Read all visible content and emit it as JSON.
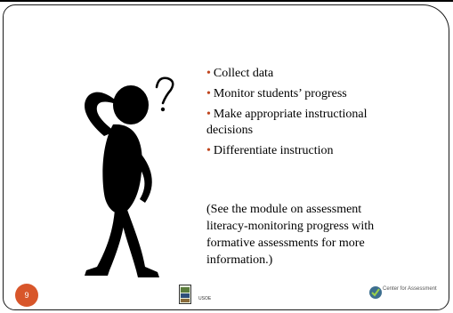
{
  "slide": {
    "page_number": "9",
    "bullets": [
      "Collect data",
      "Monitor students’ progress",
      "Make appropriate instructional decisions",
      "Differentiate instruction"
    ],
    "note": "(See the module on assessment literacy-monitoring progress with formative assessments for more information.)",
    "footer_label": "USOE",
    "center_logo_text": "Center for Assessment",
    "accent_color": "#d8562a"
  }
}
